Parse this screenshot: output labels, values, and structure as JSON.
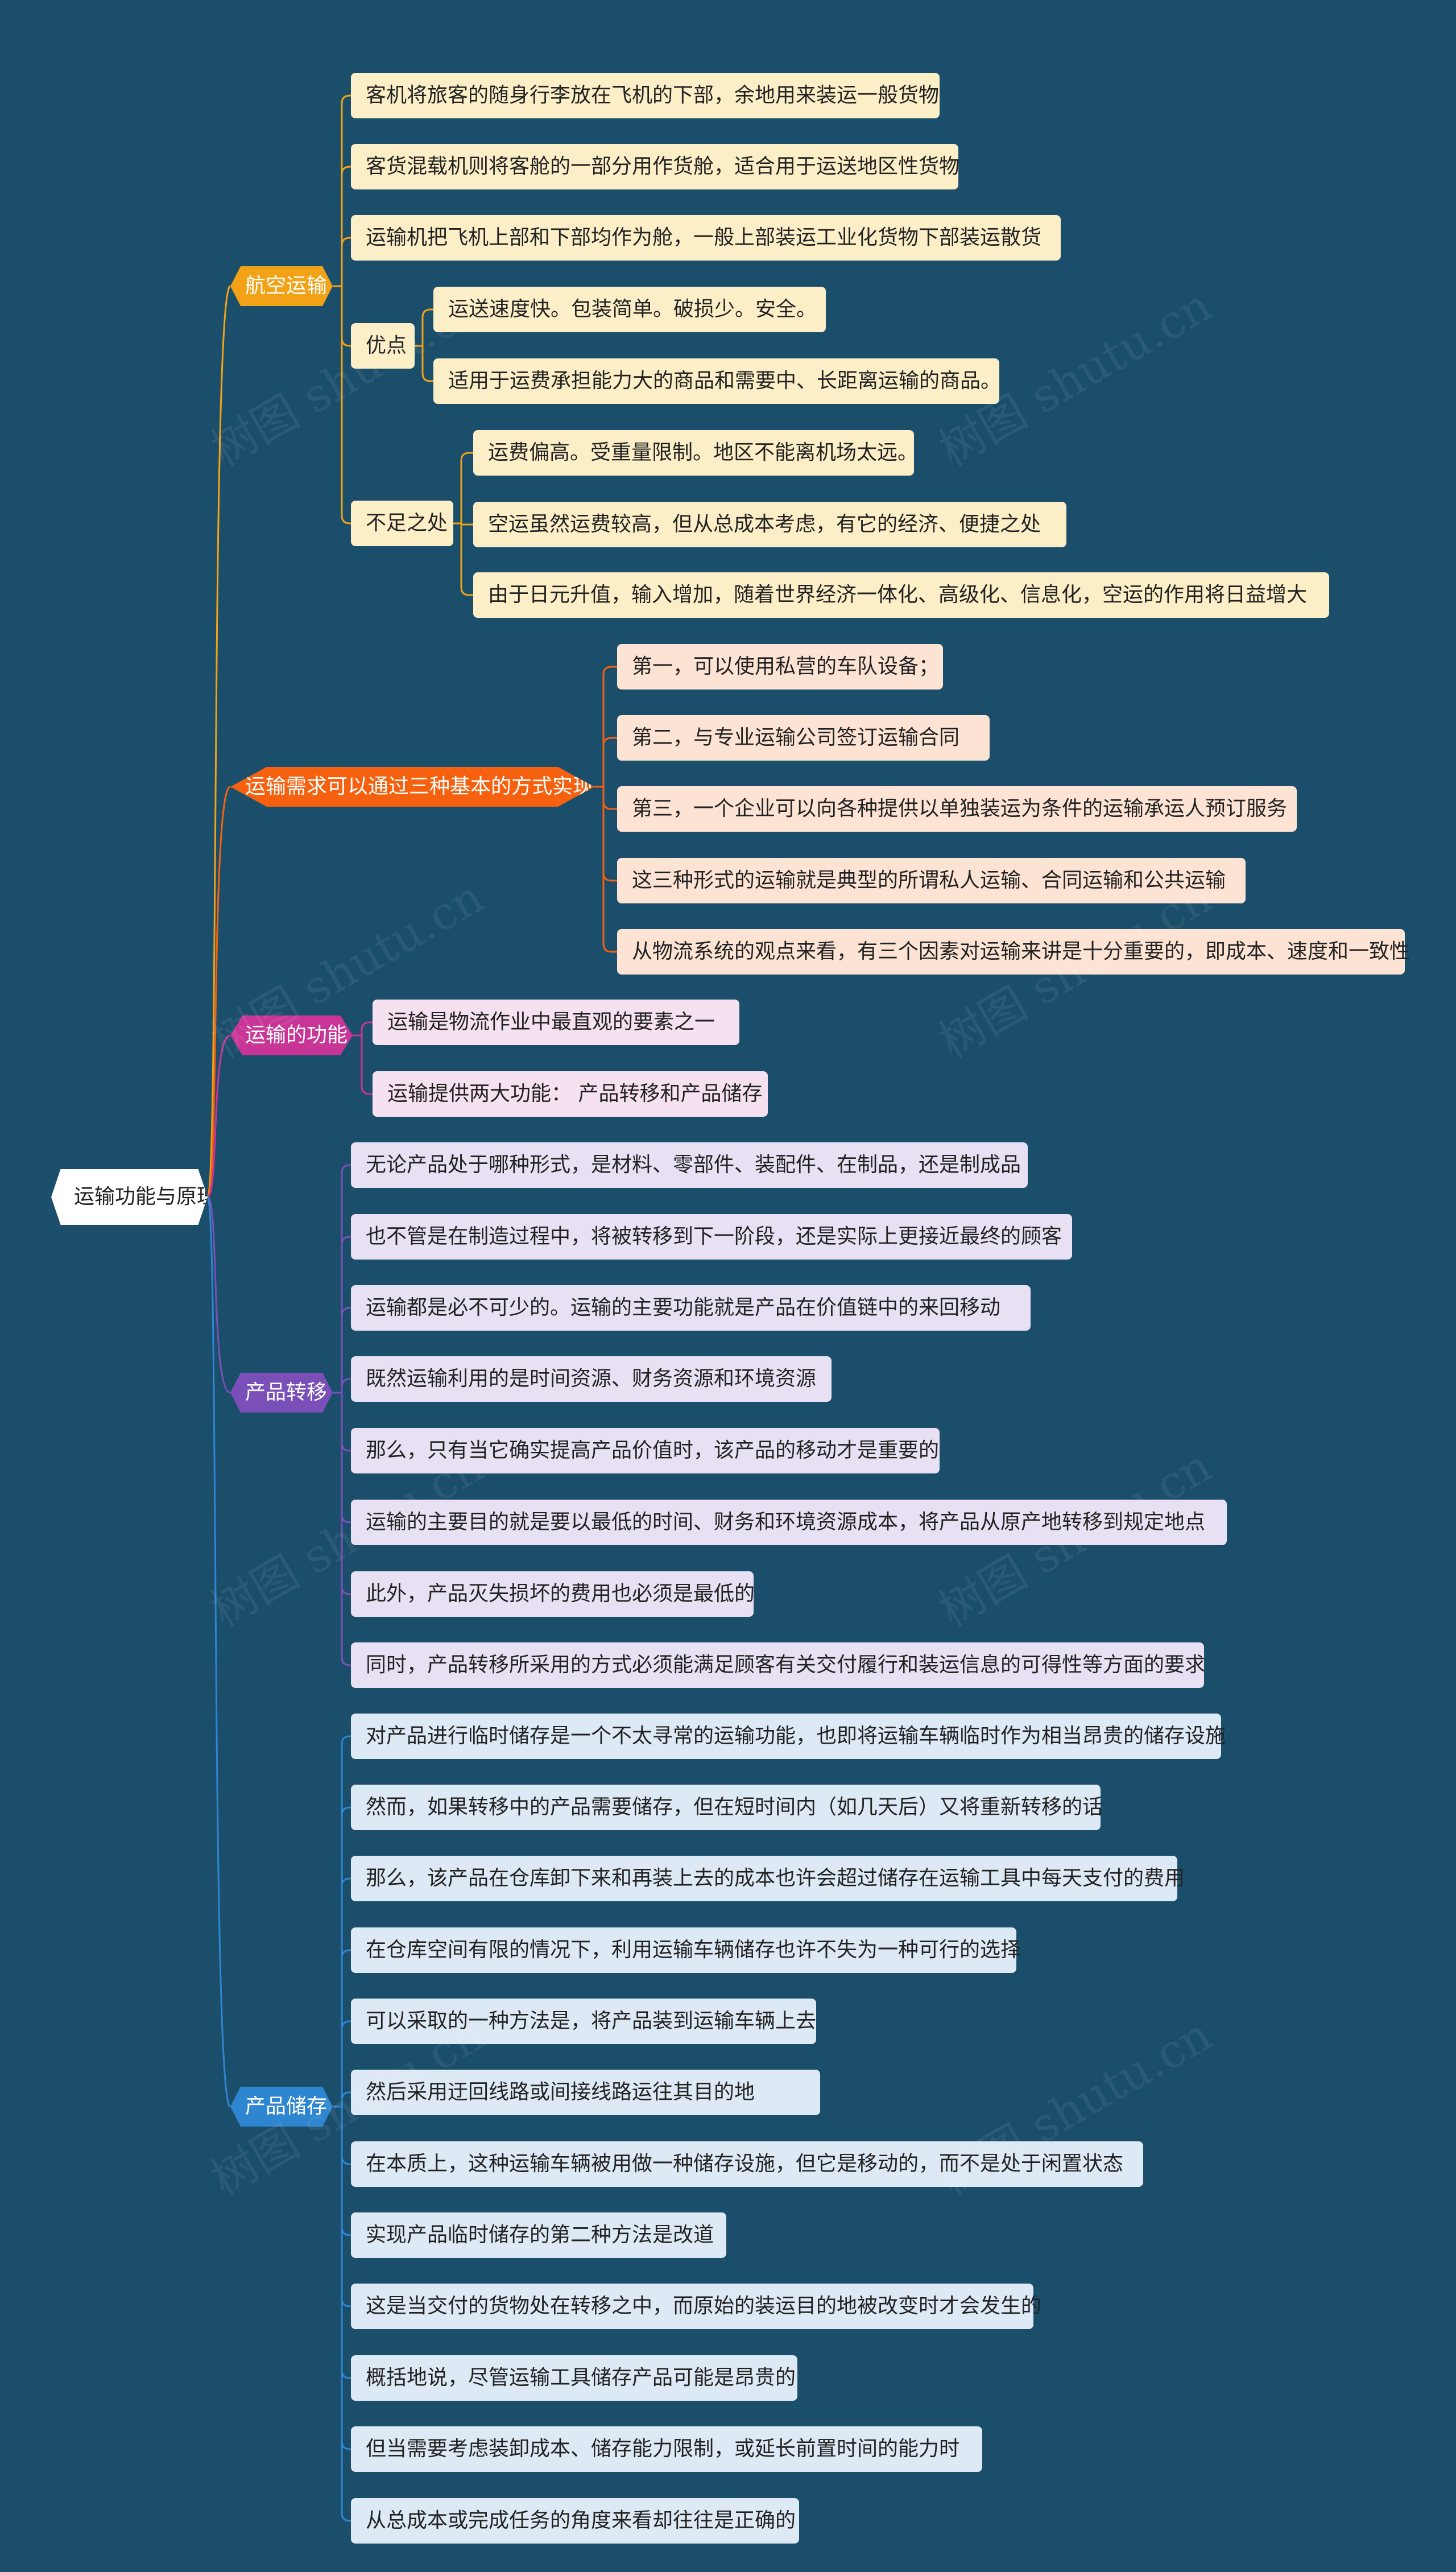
{
  "root": {
    "label": "运输功能与原理"
  },
  "colors": {
    "background": "#1b4e6b",
    "air": "#f2a216",
    "demand": "#f5610f",
    "function": "#c93596",
    "transfer": "#7a50b8",
    "storage": "#2f86d0"
  },
  "branches": [
    {
      "id": "air",
      "label": "航空运输",
      "children": [
        {
          "label": "客机将旅客的随身行李放在飞机的下部，余地用来装运一般货物"
        },
        {
          "label": "客货混载机则将客舱的一部分用作货舱，适合用于运送地区性货物"
        },
        {
          "label": "运输机把飞机上部和下部均作为舱，一般上部装运工业化货物下部装运散货"
        },
        {
          "label": "优点",
          "children": [
            {
              "label": "运送速度快。包装简单。破损少。安全。"
            },
            {
              "label": "适用于运费承担能力大的商品和需要中、长距离运输的商品。"
            }
          ]
        },
        {
          "label": "不足之处",
          "children": [
            {
              "label": "运费偏高。受重量限制。地区不能离机场太远。"
            },
            {
              "label": "空运虽然运费较高，但从总成本考虑，有它的经济、便捷之处"
            },
            {
              "label": "由于日元升值，输入增加，随着世界经济一体化、高级化、信息化，空运的作用将日益增大"
            }
          ]
        }
      ]
    },
    {
      "id": "demand",
      "label": "运输需求可以通过三种基本的方式实现",
      "children": [
        {
          "label": "第一，可以使用私营的车队设备；"
        },
        {
          "label": "第二，与专业运输公司签订运输合同"
        },
        {
          "label": "第三，一个企业可以向各种提供以单独装运为条件的运输承运人预订服务"
        },
        {
          "label": "这三种形式的运输就是典型的所谓私人运输、合同运输和公共运输"
        },
        {
          "label": "从物流系统的观点来看，有三个因素对运输来讲是十分重要的，即成本、速度和一致性"
        }
      ]
    },
    {
      "id": "function",
      "label": "运输的功能",
      "children": [
        {
          "label": "运输是物流作业中最直观的要素之一"
        },
        {
          "label": "运输提供两大功能： 产品转移和产品储存"
        }
      ]
    },
    {
      "id": "transfer",
      "label": "产品转移",
      "children": [
        {
          "label": "无论产品处于哪种形式，是材料、零部件、装配件、在制品，还是制成品"
        },
        {
          "label": "也不管是在制造过程中，将被转移到下一阶段，还是实际上更接近最终的顾客"
        },
        {
          "label": "运输都是必不可少的。运输的主要功能就是产品在价值链中的来回移动"
        },
        {
          "label": "既然运输利用的是时间资源、财务资源和环境资源"
        },
        {
          "label": "那么，只有当它确实提高产品价值时，该产品的移动才是重要的"
        },
        {
          "label": "运输的主要目的就是要以最低的时间、财务和环境资源成本，将产品从原产地转移到规定地点"
        },
        {
          "label": "此外，产品灭失损坏的费用也必须是最低的"
        },
        {
          "label": "同时，产品转移所采用的方式必须能满足顾客有关交付履行和装运信息的可得性等方面的要求"
        }
      ]
    },
    {
      "id": "storage",
      "label": "产品储存",
      "children": [
        {
          "label": "对产品进行临时储存是一个不太寻常的运输功能，也即将运输车辆临时作为相当昂贵的储存设施"
        },
        {
          "label": "然而，如果转移中的产品需要储存，但在短时间内（如几天后）又将重新转移的话"
        },
        {
          "label": "那么，该产品在仓库卸下来和再装上去的成本也许会超过储存在运输工具中每天支付的费用"
        },
        {
          "label": "在仓库空间有限的情况下，利用运输车辆储存也许不失为一种可行的选择"
        },
        {
          "label": "可以采取的一种方法是，将产品装到运输车辆上去"
        },
        {
          "label": "然后采用迂回线路或间接线路运往其目的地"
        },
        {
          "label": "在本质上，这种运输车辆被用做一种储存设施，但它是移动的，而不是处于闲置状态"
        },
        {
          "label": "实现产品临时储存的第二种方法是改道"
        },
        {
          "label": "这是当交付的货物处在转移之中，而原始的装运目的地被改变时才会发生的"
        },
        {
          "label": "概括地说，尽管运输工具储存产品可能是昂贵的"
        },
        {
          "label": "但当需要考虑装卸成本、储存能力限制，或延长前置时间的能力时"
        },
        {
          "label": "从总成本或完成任务的角度来看却往往是正确的"
        }
      ]
    }
  ],
  "watermark": {
    "text": "树图 shutu.cn"
  }
}
